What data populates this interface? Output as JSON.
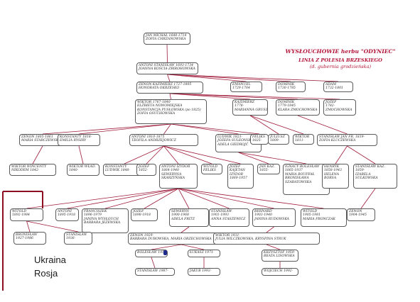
{
  "titles": {
    "family": "WYSŁOUCHOWIE herbu \"ODYNIEC\"",
    "lineage": "LINIA Z POLESIA BRZESKIEGO",
    "governorate": "(d. gubernia grodzieńska)"
  },
  "countries": [
    "Ukraina",
    "Rosja"
  ],
  "colors": {
    "line": "#a01c3c",
    "frame": "#8b1020",
    "box_border": "#5a5a5a",
    "title": "#b3153a",
    "marker": "#1e2a8c"
  },
  "nodes": [
    {
      "id": "n01",
      "lines": [
        "JAN MICHAŁ 1648-1714",
        "ZOFIA CHRZANOWSKA"
      ]
    },
    {
      "id": "n02",
      "lines": [
        "ANTONI STANISŁAW 1693-1734",
        "JOANNA KOŚCIA-ZBIROHOWSKA"
      ]
    },
    {
      "id": "n03",
      "lines": [
        "ZENON KAZIMIERZ 1727-1805",
        "HONORATA OKRZESKO"
      ]
    },
    {
      "id": "n04",
      "lines": [
        "EMANUEL",
        "1729-1764"
      ]
    },
    {
      "id": "n05",
      "lines": [
        "DOMINIK",
        "1730-1785"
      ]
    },
    {
      "id": "n06",
      "lines": [
        "ADAM",
        "1732-1801"
      ]
    },
    {
      "id": "n07",
      "lines": [
        "WIKTOR 1767-1840",
        "ELŻBIETA NOWOMIEJSKA",
        "KONSTANCJA PUSŁOWSKA (po 1825)",
        "ZOFIA OSUCHOWSKA"
      ]
    },
    {
      "id": "n08",
      "lines": [
        "KAZIMIERZ",
        "1778-",
        "MARIANNA GRUSZTOR"
      ]
    },
    {
      "id": "n09",
      "lines": [
        "DOMINIK",
        "1779-1845",
        "KLARA ZMOCHOWSKA"
      ]
    },
    {
      "id": "n10",
      "lines": [
        "JÓZEF",
        "1782-",
        "ZMOCHOWSKA"
      ]
    },
    {
      "id": "n11",
      "lines": [
        "ZENON 1805-1861",
        "MARIA STARCZEWSKA"
      ]
    },
    {
      "id": "n12",
      "lines": [
        "KONSTANTY 1818-",
        "EMILIA RYSIRY"
      ]
    },
    {
      "id": "n13",
      "lines": [
        "ANTONI 1810-1875",
        "TEOFILA ANDRZEJOWICZ"
      ]
    },
    {
      "id": "n14",
      "lines": [
        "LUDWIK 1823-",
        "JÓZEFA SULEONSKA",
        "ADELA GIEDROJĆ"
      ]
    },
    {
      "id": "n15",
      "lines": [
        "FELIKS",
        "1825-"
      ]
    },
    {
      "id": "n16",
      "lines": [
        "JULIUSZ",
        "1809-"
      ]
    },
    {
      "id": "n17",
      "lines": [
        "WIKTOR",
        "1811-"
      ]
    },
    {
      "id": "n18",
      "lines": [
        "STANISŁAW JAN FR. 1819-",
        "ZOFIA KLUCZEWSKA"
      ]
    },
    {
      "id": "n19",
      "lines": [
        "WIKTOR WINCENTY",
        "NIKODEM 1842-"
      ]
    },
    {
      "id": "n20",
      "lines": [
        "WIKTOR WŁAD.",
        "1840-"
      ]
    },
    {
      "id": "n21",
      "lines": [
        "KONSTANTY",
        "LUDWIK 1848-"
      ]
    },
    {
      "id": "n22",
      "lines": [
        "JÓZEF",
        "1852-"
      ]
    },
    {
      "id": "n23",
      "lines": [
        "ANTONI IZYDOR",
        "1864-1940",
        "SEWERYNA",
        "SKARZYŃSKA"
      ]
    },
    {
      "id": "n24",
      "lines": [
        "WITOLD",
        "FELIKS"
      ]
    },
    {
      "id": "n25",
      "lines": [
        "JÓZEF",
        "KAJETAN",
        "IZYDOR",
        "1869-1957"
      ]
    },
    {
      "id": "n26",
      "lines": [
        "JAN KAZ.",
        "1855-"
      ]
    },
    {
      "id": "n27",
      "lines": [
        "IGNACY BOLESŁAW",
        "1865-1937",
        "MARIA BOUFFAŁ",
        "BRONISŁAWA",
        "SZABATOWSKA"
      ]
    },
    {
      "id": "n28",
      "lines": [
        "HENRYK",
        "1858-1943",
        "HELENA",
        "BORSA"
      ]
    },
    {
      "id": "n29",
      "lines": [
        "STANISŁAW KAZ.",
        "1859-",
        "IZABELA",
        "SULKOWSKA"
      ]
    },
    {
      "id": "n30",
      "lines": [
        "WITOLD",
        "1892-1984"
      ]
    },
    {
      "id": "n31",
      "lines": [
        "ANTONI",
        "1895-1918"
      ]
    },
    {
      "id": "n32",
      "lines": [
        "FRANCISZEK",
        "1896-1979",
        "JANINA WYSŁOUCH",
        "BARBARA JEŻEWSKA"
      ]
    },
    {
      "id": "n33",
      "lines": [
        "JÓZEF",
        "1898-1918"
      ]
    },
    {
      "id": "n34",
      "lines": [
        "SEWERYN",
        "1900-1968",
        "ADELA FRITZ"
      ]
    },
    {
      "id": "n35",
      "lines": [
        "STANISŁAW",
        "1901-1993",
        "ANNA STASZEWICZ"
      ]
    },
    {
      "id": "n36",
      "lines": [
        "BERNARD",
        "1903-1940",
        "JANINA RUDOWSKA"
      ]
    },
    {
      "id": "n37",
      "lines": [
        "WITOLD",
        "1905-1981",
        "MARIA FRONCZAK"
      ]
    },
    {
      "id": "n38",
      "lines": [
        "ZENON",
        "1904-1945"
      ]
    },
    {
      "id": "n39",
      "lines": [
        "BRONISŁAW",
        "1927-1986"
      ]
    },
    {
      "id": "n40",
      "lines": [
        "STANISŁAW",
        "1936-"
      ]
    },
    {
      "id": "n41",
      "lines": [
        "ZENON 1929-",
        "BARBARA DUBOWSKA, MARIA ORZECHOWSKA"
      ]
    },
    {
      "id": "n42",
      "lines": [
        "WIKTOR 1931-",
        "JULIA WILCZKOWSKA, KRYSPINA STRUK"
      ]
    },
    {
      "id": "n43",
      "lines": [
        "BOLESŁAW 1955-"
      ]
    },
    {
      "id": "n44",
      "lines": [
        "ŁUKASZ 1971-"
      ]
    },
    {
      "id": "n45",
      "lines": [
        "KRZYSZTOF 1959-",
        "BEATA LISOWSKA"
      ]
    },
    {
      "id": "n46",
      "lines": [
        "STANISŁAW 1987-"
      ]
    },
    {
      "id": "n47",
      "lines": [
        "JAKUB 1993-"
      ]
    },
    {
      "id": "n48",
      "lines": [
        "WOJCIECH 1992-"
      ]
    }
  ]
}
